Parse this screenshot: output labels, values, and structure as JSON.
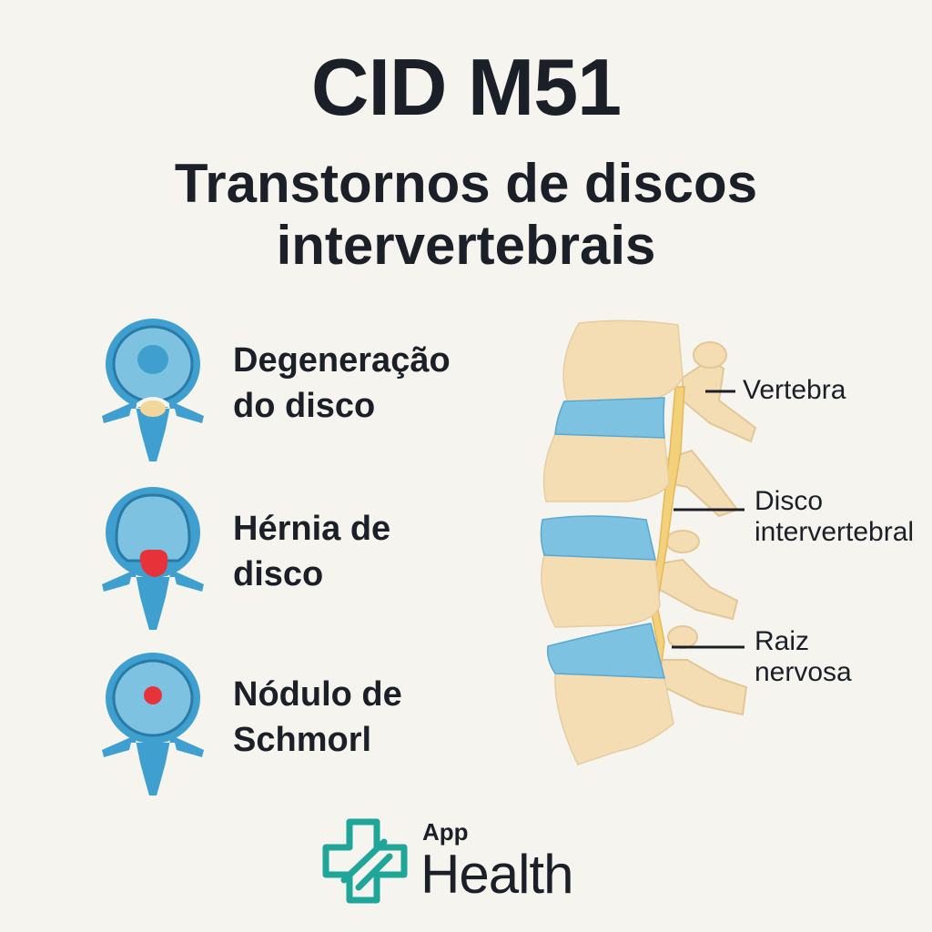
{
  "header": {
    "title": "CID M51",
    "subtitle_line1": "Transtornos de discos",
    "subtitle_line2": "intervertebrais"
  },
  "conditions": [
    {
      "line1": "Degeneração",
      "line2": "do disco",
      "icon": "degenerated-disc-icon",
      "marker_color": "#f1d79a"
    },
    {
      "line1": "Hérnia de",
      "line2": "disco",
      "icon": "herniated-disc-icon",
      "marker_color": "#e8323a"
    },
    {
      "line1": "Nódulo de",
      "line2": "Schmorl",
      "icon": "schmorl-node-disc-icon",
      "marker_color": "#e8323a"
    }
  ],
  "spine": {
    "labels": {
      "vertebra": "Vertebra",
      "disc_line1": "Disco",
      "disc_line2": "intervertebral",
      "root_line1": "Raiz",
      "root_line2": "nervosa"
    }
  },
  "logo": {
    "small": "App",
    "large": "Health",
    "icon": "medical-cross-icon"
  },
  "colors": {
    "background": "#f6f4ee",
    "text": "#1b1f27",
    "disc_blue": "#3f9fcf",
    "disc_light": "#7ec2e2",
    "bone": "#f4dcb3",
    "nerve": "#f3d07a",
    "logo_teal": "#1fa699"
  }
}
